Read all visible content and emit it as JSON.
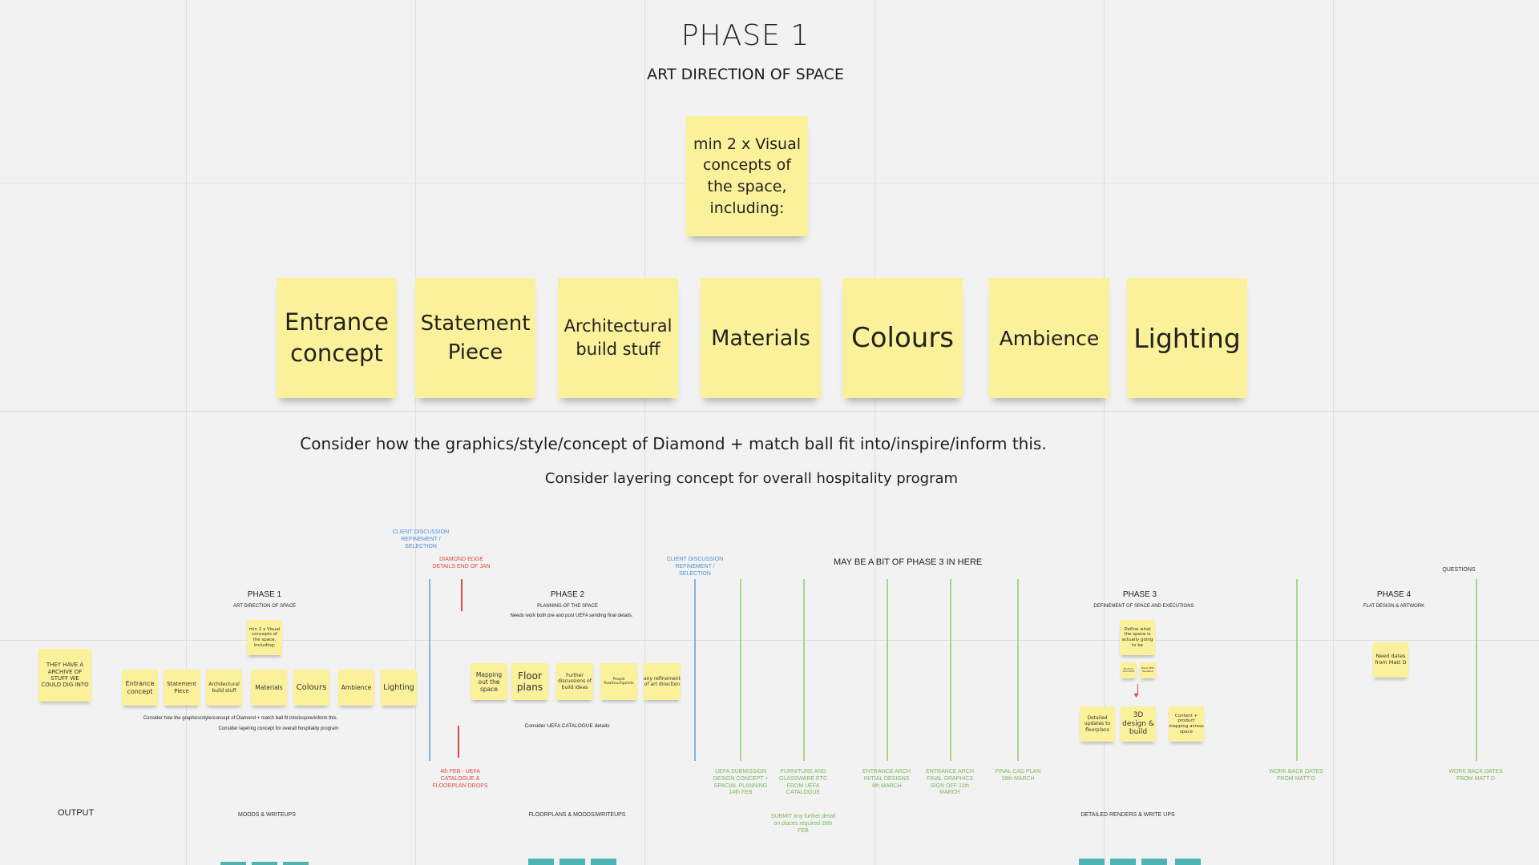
{
  "phase1_main": {
    "title": "PHASE 1",
    "subtitle": "ART DIRECTION OF SPACE",
    "intro_note": "min 2 x Visual concepts of the space, including:",
    "notes": [
      "Entrance concept",
      "Statement Piece",
      "Architectural build stuff",
      "Materials",
      "Colours",
      "Ambience",
      "Lighting"
    ],
    "consider_1": "Consider how the graphics/style/concept of Diamond + match ball fit into/inspire/inform this.",
    "consider_2": "Consider layering concept for overall hospitality program"
  },
  "timeline": {
    "archive_note": "THEY HAVE A ARCHIVE OF STUFF WE COULD DIG INTO",
    "output_label": "OUTPUT",
    "phase1": {
      "title": "PHASE 1",
      "subtitle": "ART DIRECTION OF SPACE",
      "intro_note": "min 2 x Visual concepts of the space, including:",
      "notes": [
        "Entrance concept",
        "Statement Piece",
        "Architectural build stuff",
        "Materials",
        "Colours",
        "Ambience",
        "Lighting"
      ],
      "consider_1": "Consider how the graphics/style/concept of Diamond + match ball fit into/inspire/inform this.",
      "consider_2": "Consider layering concept for overall hospitality program",
      "output": "MOODS & WRITEUPS"
    },
    "phase2": {
      "title": "PHASE 2",
      "subtitle": "PLANNING OF THE SPACE",
      "note": "Needs work both pre and post UEFA sending final details.",
      "notes": [
        "Mapping out the space",
        "Floor plans",
        "Further discussions of build ideas",
        "People flow/touchpoints",
        "any refinement of art direction"
      ],
      "consider": "Consider UEFA CATALOGUE details",
      "output": "FLOORPLANS & MOODS/WRITEUPS"
    },
    "phase3": {
      "title": "PHASE 3",
      "subtitle": "DEFINEMENT OF SPACE AND EXECUTIONS",
      "define_note": "Define what the space is actually going to be",
      "mini_notes": [
        "Brief from Client Team",
        "Need UEFA feedback"
      ],
      "notes": [
        "Detailed updates to floorplans",
        "3D design & build",
        "Content + product mapping across space"
      ],
      "output": "DETAILED RENDERS & WRITE UPS"
    },
    "phase4": {
      "title": "PHASE 4",
      "subtitle": "FLAT DESIGN & ARTWORK",
      "note": "Need dates from Matt D"
    },
    "labels": {
      "client_discussion_1": "CLIENT DISCUSSION REFINEMENT / SELECTION",
      "diamond_edge": "DIAMOND EDGE DETAILS END OF JAN",
      "client_discussion_2": "CLIENT DISCUSSION REFINEMENT / SELECTION",
      "maybe_phase3": "MAY BE A BIT OF PHASE 3 IN HERE",
      "questions": "QUESTIONS",
      "uefa_catalogue": "4th FEB - UEFA CATALOGUE & FLOORPLAN DROPS",
      "uefa_submission": "UEFA SUBMISSION DESIGN CONCEPT + SPACIAL PLANNING 14th FEB",
      "furniture": "FURNITURE AND GLASSWARE ETC FROM UEFA CATALOGUE",
      "submit": "SUBMIT any further detail on places required 28th FEB",
      "entrance_arch": "ENTRANCE ARCH INITIAL DESIGNS 4th MARCH",
      "entrance_graphics": "ENTRANCE ARCH FINAL GRAPHICS SIGN OFF 11th MARCH",
      "final_cad": "FINAL CAD PLAN 18th MARCH",
      "work_back_1": "WORK BACK DATES FROM MATT D",
      "work_back_2": "WORK BACK DATES FROM MATT D"
    }
  },
  "colors": {
    "background": "#f2f2f2",
    "sticky": "#fbf19a",
    "green": "#7ab85a",
    "blue": "#4a90d9",
    "red": "#e0483a",
    "teal": "#4db3b3"
  }
}
